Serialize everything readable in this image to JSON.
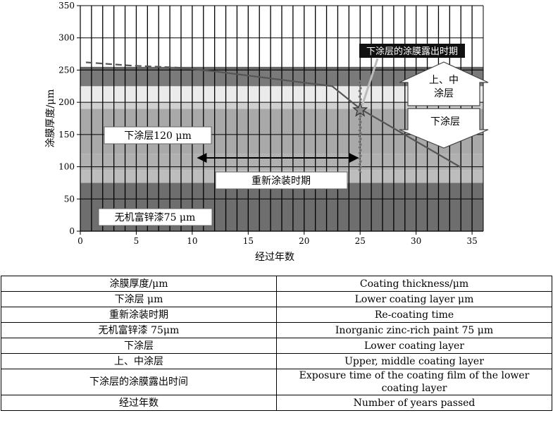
{
  "chart_data": {
    "type": "line",
    "xlabel": "经过年数",
    "ylabel": "涂膜厚度/μm",
    "xlim": [
      0,
      36
    ],
    "ylim": [
      0,
      350
    ],
    "x_ticks": [
      0,
      5,
      10,
      15,
      20,
      25,
      30,
      35
    ],
    "y_ticks": [
      0,
      50,
      100,
      150,
      200,
      250,
      300,
      350
    ],
    "grid": "vertical lines every 1 year; horizontal lines every 50 μm",
    "bands": [
      {
        "from": 0,
        "to": 75,
        "color": "#6e6e6e"
      },
      {
        "from": 75,
        "to": 95,
        "color": "#bdbdbd"
      },
      {
        "from": 95,
        "to": 120,
        "color": "#b0b0b0"
      },
      {
        "from": 120,
        "to": 190,
        "color": "#a9a9a9"
      },
      {
        "from": 190,
        "to": 200,
        "color": "#d0d0d0"
      },
      {
        "from": 200,
        "to": 225,
        "color": "#ebebeb"
      },
      {
        "from": 225,
        "to": 250,
        "color": "#7a7a7a"
      },
      {
        "from": 250,
        "to": 255,
        "color": "#666666"
      }
    ],
    "series": [
      {
        "style": "dashed",
        "x": [
          0.5,
          4.5,
          8.5
        ],
        "y": [
          262,
          257,
          254
        ]
      },
      {
        "style": "solid",
        "x": [
          8.5,
          12,
          22.5,
          25,
          34
        ],
        "y": [
          254,
          248,
          225,
          190,
          99
        ]
      }
    ],
    "marker": {
      "x": 25,
      "y": 188
    },
    "recoat_range": {
      "from": 10.5,
      "to": 25
    },
    "annotations": {
      "exposure": "下涂层的涂膜露出时期",
      "upper_middle": "上、中\n涂层",
      "lower": "下涂层",
      "lower_layer": "下涂层120 μm",
      "recoat": "重新涂装时期",
      "zinc": "无机富锌漆75 μm"
    }
  },
  "table": {
    "rows": [
      [
        "涂膜厚度/μm",
        "Coating thickness/μm"
      ],
      [
        "下涂层 μm",
        "Lower coating layer μm"
      ],
      [
        "重新涂装时期",
        "Re-coating time"
      ],
      [
        "无机富锌漆 75μm",
        "Inorganic zinc-rich paint 75 μm"
      ],
      [
        "下涂层",
        "Lower coating layer"
      ],
      [
        "上、中涂层",
        "Upper, middle coating layer"
      ],
      [
        "下涂层的涂膜露出时间",
        "Exposure time of the coating film of the lower coating layer"
      ],
      [
        "经过年数",
        "Number of years passed"
      ]
    ]
  }
}
